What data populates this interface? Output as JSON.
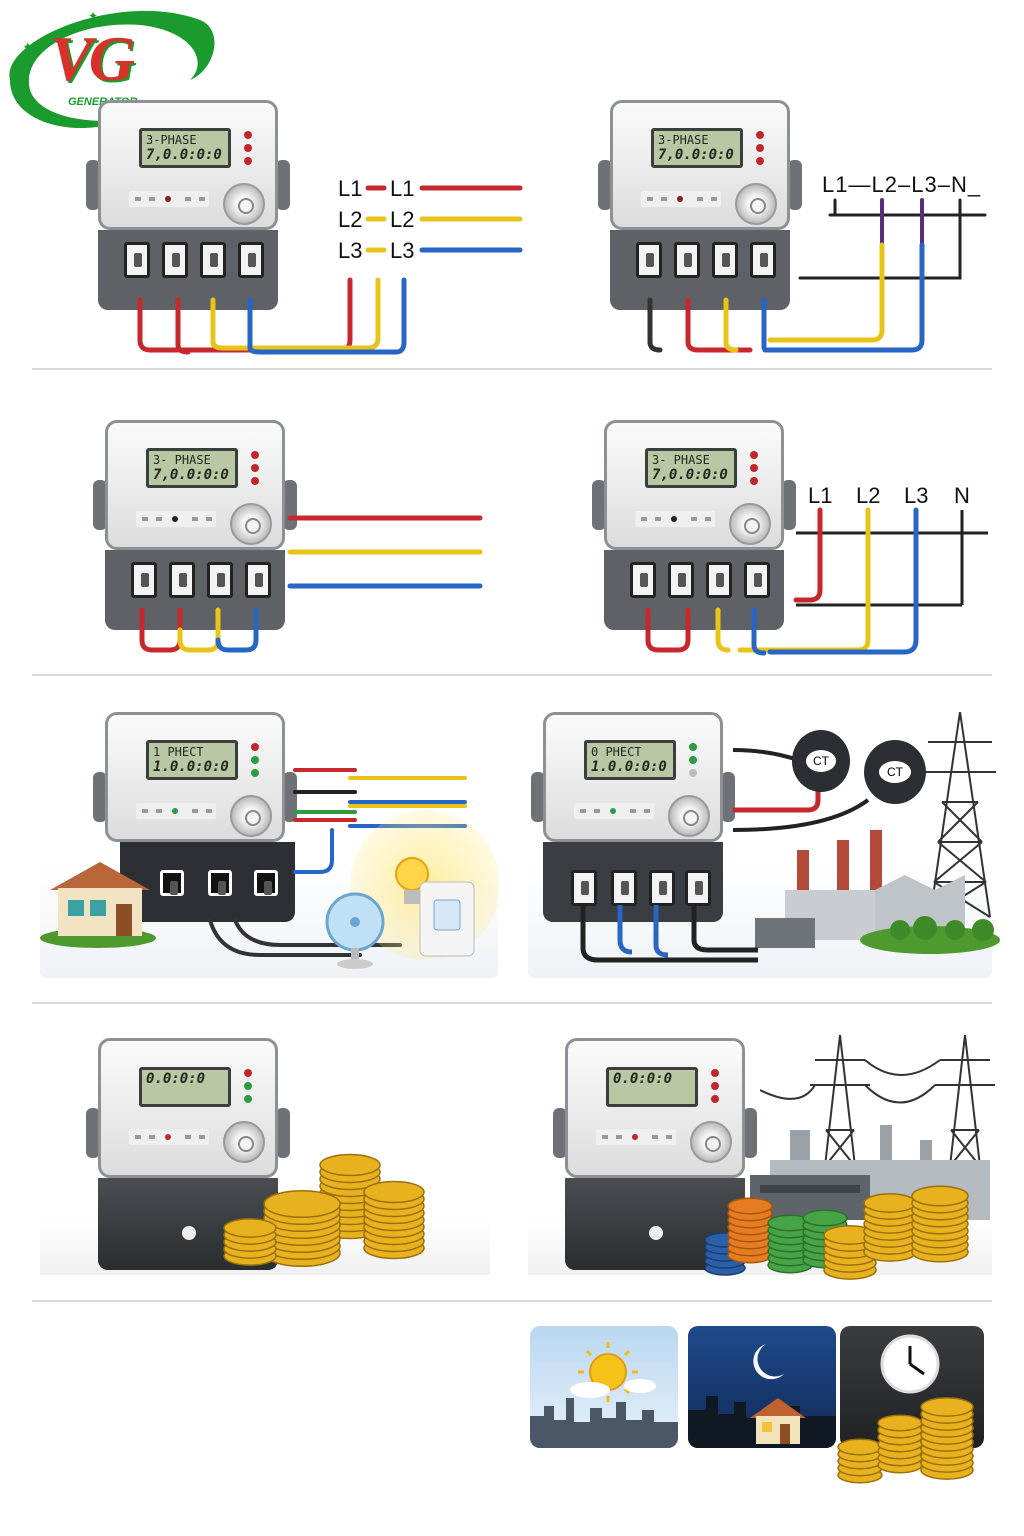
{
  "logo": {
    "mark": "VG",
    "subtitle": "GENERATOR",
    "color_primary": "#1b9a2e",
    "color_accent": "#d6322b"
  },
  "colors": {
    "l1": "#c7282d",
    "l2": "#e8c31a",
    "l3": "#2766c4",
    "neutral": "#222222"
  },
  "row1": {
    "left": {
      "lcd_line1": "3-PHASE",
      "lcd_line2": "7,0.0:0:0",
      "labels_left": [
        "L1",
        "L2",
        "L3"
      ],
      "labels_right": [
        "L1",
        "L2",
        "L3"
      ]
    },
    "right": {
      "lcd_line1": "3-PHASE",
      "lcd_line2": "7,0.0:0:0",
      "bus_labels": [
        "L1",
        "L2",
        "L3",
        "N"
      ]
    }
  },
  "row2": {
    "left": {
      "lcd_line1": "3- PHASE",
      "lcd_line2": "7,0.0:0:0"
    },
    "right": {
      "lcd_line1": "3- PHASE",
      "lcd_line2": "7,0.0:0:0",
      "bus_labels": [
        "L1",
        "L2",
        "L3",
        "N"
      ]
    }
  },
  "row3": {
    "left": {
      "lcd_line1": "1 PHECT",
      "lcd_line2": "1.0.0:0:0"
    },
    "right": {
      "lcd_line1": "0 PHECT",
      "lcd_line2": "1.0.0:0:0",
      "ct_labels": [
        "CT",
        "CT"
      ]
    }
  },
  "row4": {
    "left": {
      "lcd_line1": "",
      "lcd_line2": "0.0:0:0"
    },
    "right": {
      "lcd_line1": "",
      "lcd_line2": "0.0:0:0"
    }
  },
  "icons": {
    "house": "house-icon",
    "fan": "fan-icon",
    "bulb": "light-bulb-icon",
    "socket": "wall-socket-icon",
    "ct": "current-transformer-icon",
    "tower": "transmission-tower-icon",
    "factory": "factory-icon",
    "coins": "coin-stack-icon",
    "sun": "sun-icon",
    "moon": "moon-icon",
    "clock": "clock-icon"
  }
}
